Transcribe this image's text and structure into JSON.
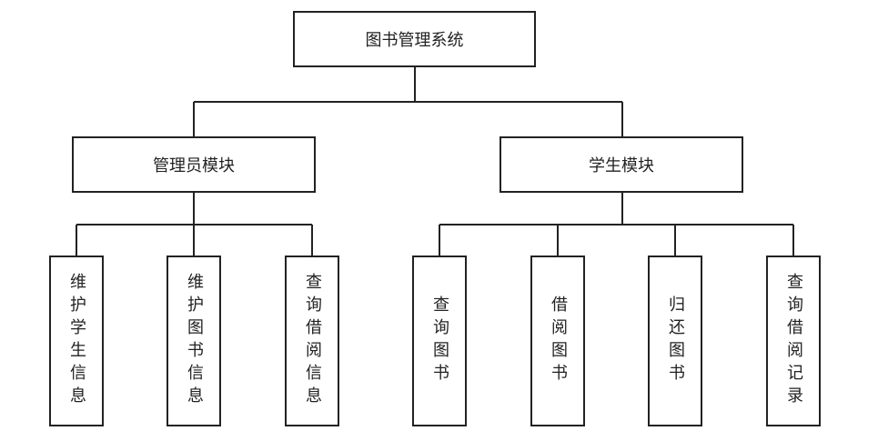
{
  "root": {
    "label": "图书管理系统"
  },
  "admin": {
    "label": "管理员模块",
    "children": [
      "维护学生信息",
      "维护图书信息",
      "查询借阅信息"
    ]
  },
  "student": {
    "label": "学生模块",
    "children": [
      "查询图书",
      "借阅图书",
      "归还图书",
      "查询借阅记录"
    ]
  }
}
